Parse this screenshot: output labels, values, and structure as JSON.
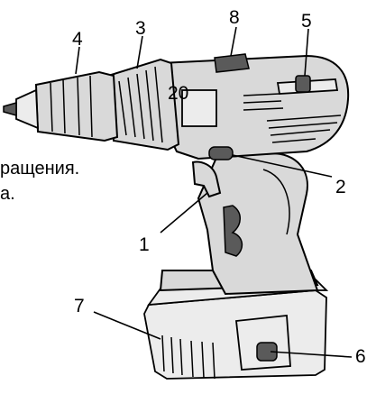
{
  "figure": {
    "captions": {
      "line1": "ращения.",
      "line2": "а."
    },
    "callouts": [
      {
        "id": "1",
        "label": "1"
      },
      {
        "id": "2",
        "label": "2"
      },
      {
        "id": "3",
        "label": "3"
      },
      {
        "id": "4",
        "label": "4"
      },
      {
        "id": "5",
        "label": "5"
      },
      {
        "id": "6",
        "label": "6"
      },
      {
        "id": "7",
        "label": "7"
      },
      {
        "id": "8",
        "label": "8"
      }
    ]
  }
}
